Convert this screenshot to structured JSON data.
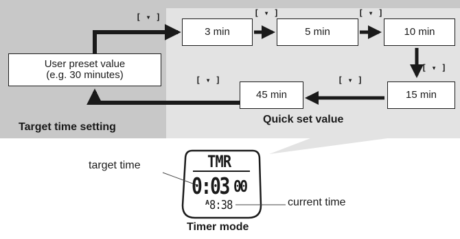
{
  "diagram": {
    "user_preset_line1": "User preset value",
    "user_preset_line2": "(e.g. 30 minutes)",
    "quick_values": [
      "3 min",
      "5 min",
      "10 min",
      "15 min",
      "45 min"
    ],
    "key_label": "[ ▾ ]",
    "target_section_label": "Target time setting",
    "quick_section_label": "Quick set value"
  },
  "watch": {
    "mode_text": "TMR",
    "timer_main": "0:03",
    "timer_seconds": "00",
    "clock_prefix": "A",
    "clock_time": "8:38",
    "target_time_label": "target time",
    "current_time_label": "current time",
    "mode_caption": "Timer mode"
  },
  "colors": {
    "left_panel": "#c8c8c8",
    "right_panel": "#e3e3e3",
    "ink": "#1a1a1a"
  }
}
